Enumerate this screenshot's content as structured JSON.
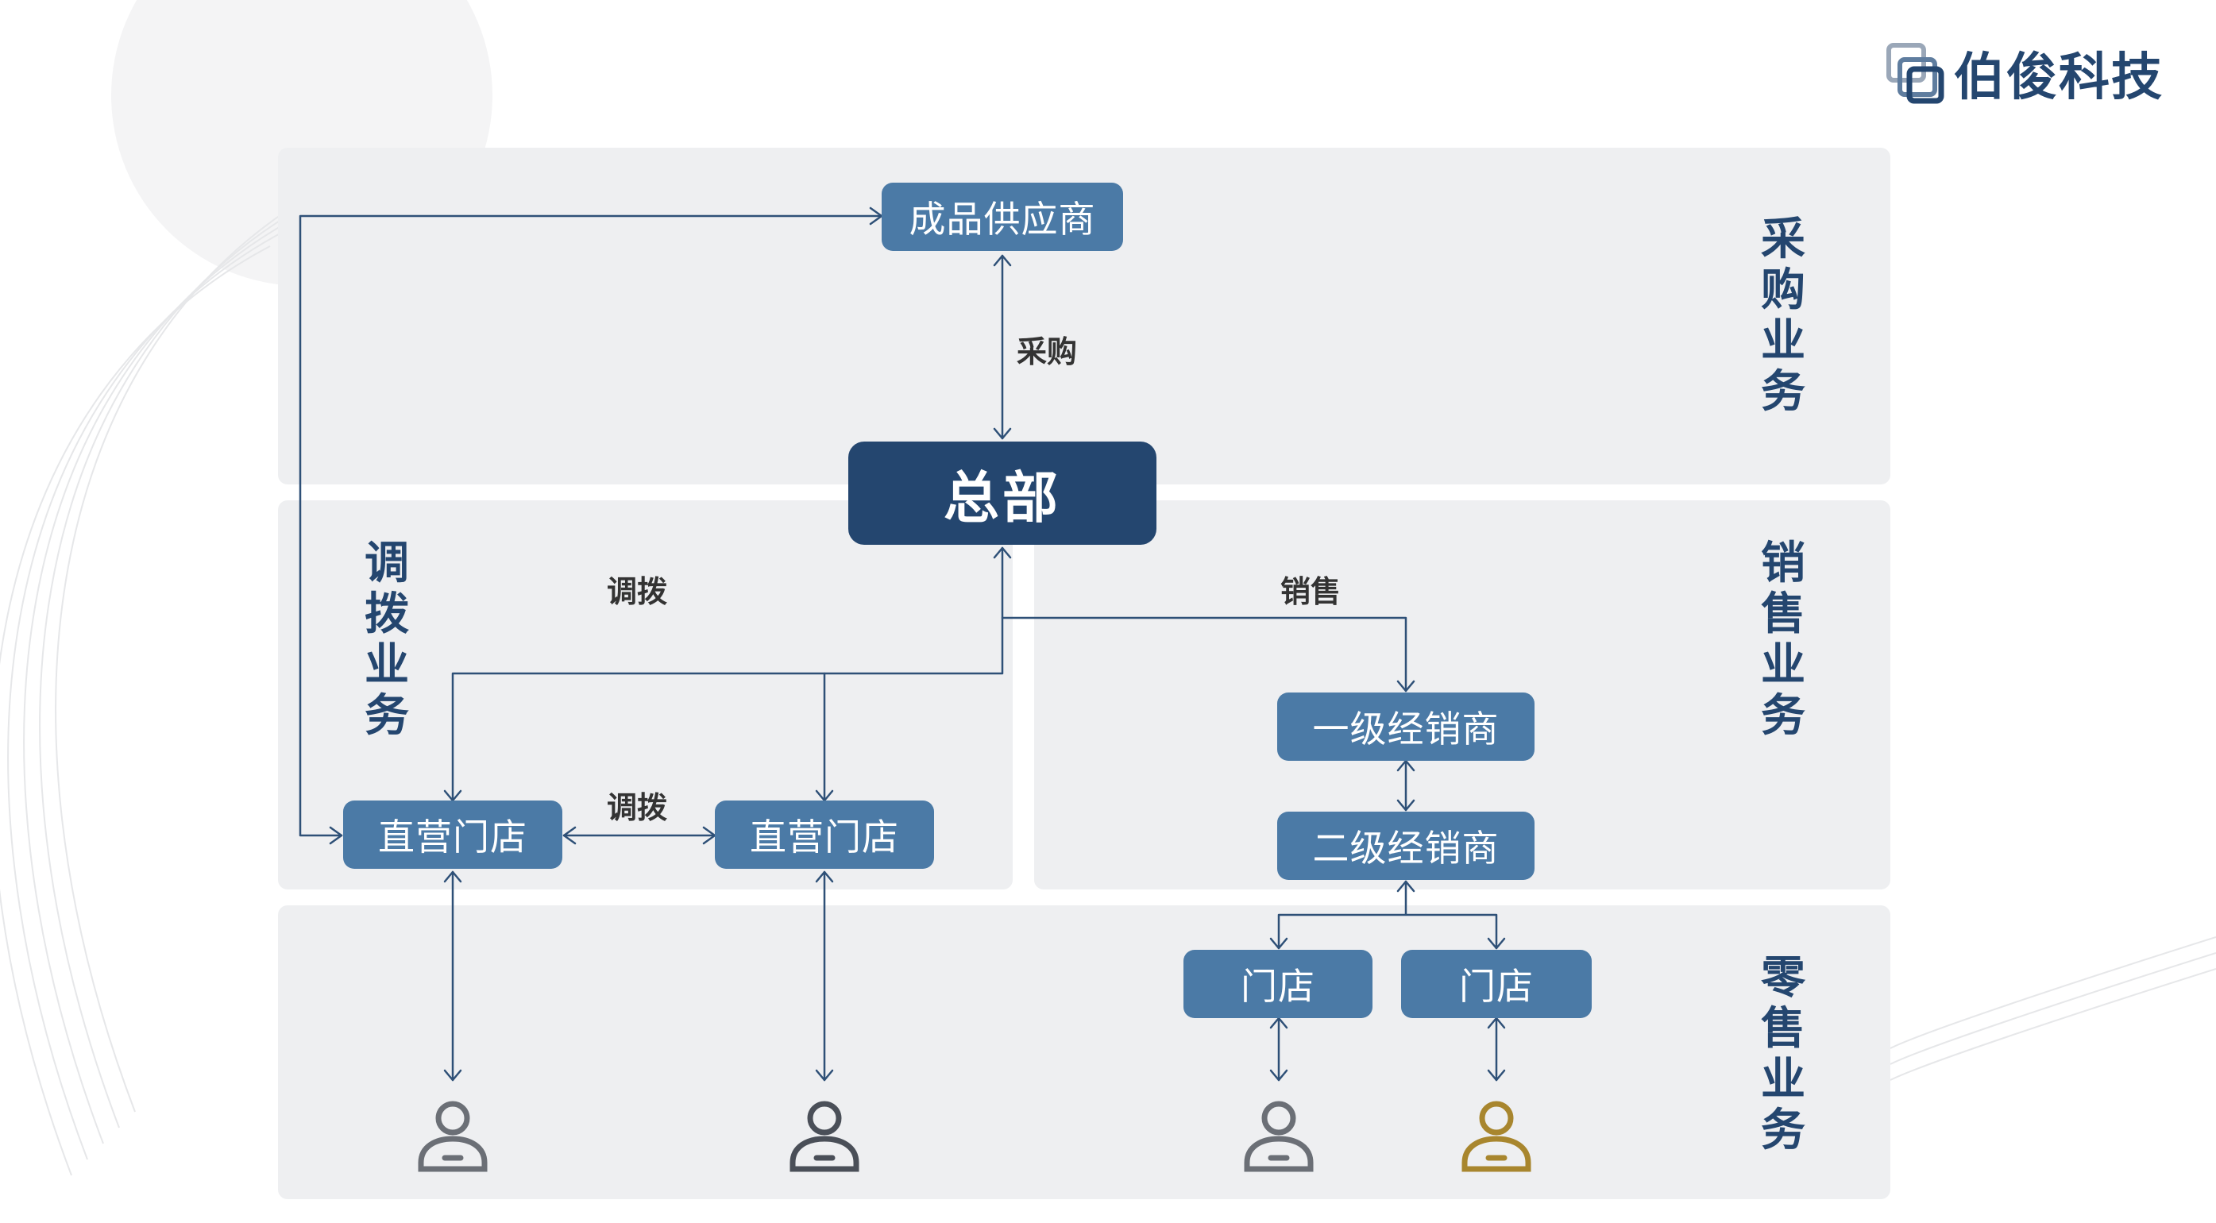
{
  "brand": {
    "name": "伯俊科技"
  },
  "sections": {
    "procurement": "采购业务",
    "transfer": "调拨业务",
    "sales": "销售业务",
    "retail": "零售业务"
  },
  "nodes": {
    "supplier": "成品供应商",
    "headquarters": "总部",
    "direct_store_1": "直营门店",
    "direct_store_2": "直营门店",
    "distributor_l1": "一级经销商",
    "distributor_l2": "二级经销商",
    "store_1": "门店",
    "store_2": "门店"
  },
  "flow_labels": {
    "purchase": "采购",
    "transfer_top": "调拨",
    "transfer_between": "调拨",
    "sales": "销售"
  },
  "colors": {
    "dark_blue": "#24466f",
    "box_blue": "#4b7aa6",
    "panel_gray": "#eeeff1",
    "line_blue": "#2e5077",
    "person_gray": "#6b6f76",
    "person_gold": "#a8862e"
  },
  "icons": {
    "logo": "overlapping-squares-logo-icon",
    "customer": "person-icon"
  }
}
